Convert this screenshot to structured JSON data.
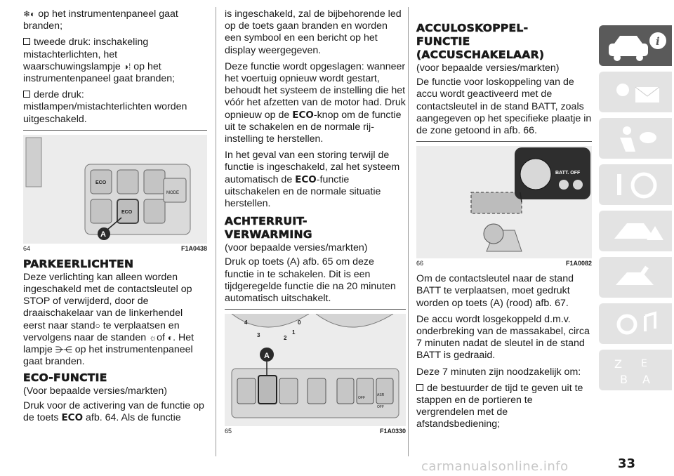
{
  "col1": {
    "p1": "op het instrumentenpaneel gaat branden;",
    "p2a": "tweede druk: inschakeling mistachterlichten, het waarschuwingslampje",
    "p2b": "op het instrumentenpaneel gaat branden;",
    "p3": "derde druk: mistlampen/mistachterlichten worden uitgeschakeld.",
    "fig": {
      "num": "64",
      "code": "F1A0438",
      "callout": "A",
      "btn_eco": "ECO",
      "btn_mode": "MODE",
      "btn_eco2": "ECO"
    },
    "h_park": "PARKEERLICHTEN",
    "park_a": "Deze verlichting kan alleen worden ingeschakeld met de contactsleutel op STOP of verwijderd, door de draaischakelaar van de linkerhendel eerst naar stand",
    "park_b": "te verplaatsen en vervolgens naar de standen",
    "park_of": "of",
    "park_c": ". Het lampje",
    "park_d": "op het instrumentenpaneel gaat branden.",
    "h_eco": "ECO-FUNCTIE",
    "eco_sub": "(Voor bepaalde versies/markten)",
    "eco_a": "Druk voor de activering van de functie op de toets",
    "eco_word": "ECO",
    "eco_b": "afb. 64. Als de functie"
  },
  "col2": {
    "p1": "is ingeschakeld, zal de bijbehorende led op de toets gaan branden en worden een symbool en een bericht op het display weergegeven.",
    "p2a": "Deze functie wordt opgeslagen: wanneer het voertuig opnieuw wordt gestart, behoudt het systeem de instelling die het vóór het afzetten van de motor had. Druk opnieuw op de",
    "p2eco": "ECO",
    "p2b": "-knop om de functie uit te schakelen en de normale rij-instelling te herstellen.",
    "p3a": "In het geval van een storing terwijl de functie is ingeschakeld, zal het systeem automatisch de",
    "p3eco": "ECO",
    "p3b": "-functie uitschakelen en de normale situatie herstellen.",
    "h_rear1": "ACHTERRUIT-",
    "h_rear2": "VERWARMING",
    "rear_sub": "(voor bepaalde versies/markten)",
    "rear_p": "Druk op toets (A) afb. 65 om deze functie in te schakelen. Dit is een tijdgeregelde functie die na 20 minuten automatisch uitschakelt.",
    "fig": {
      "num": "65",
      "code": "F1A0330",
      "callout": "A",
      "g4": "4",
      "g3": "3",
      "g2": "2",
      "g1": "1",
      "g0": "0",
      "b_off": "OFF",
      "b_asr": "ASR OFF"
    }
  },
  "col3": {
    "h1": "ACCULOSKOPPEL-",
    "h2": "FUNCTIE",
    "h3": "(ACCUSCHAKELAAR)",
    "sub": "(voor bepaalde versies/markten)",
    "p1": "De functie voor loskoppeling van de accu wordt geactiveerd met de contactsleutel in de stand BATT, zoals aangegeven op het specifieke plaatje in de zone getoond in afb. 66.",
    "fig": {
      "num": "66",
      "code": "F1A0082",
      "label": "BATT. OFF"
    },
    "p2": "Om de contactsleutel naar de stand BATT te verplaatsen, moet gedrukt worden op toets (A) (rood) afb. 67.",
    "p3": "De accu wordt losgekoppeld d.m.v. onderbreking van de massakabel, circa 7 minuten nadat de sleutel in de stand BATT is gedraaid.",
    "p4": "Deze 7 minuten zijn noodzakelijk om:",
    "p5": "de bestuurder de tijd te geven uit te stappen en de portieren te vergrendelen met de afstandsbediening;"
  },
  "page_number": "33",
  "watermark": "carmanualsonline.info",
  "sidebar": {
    "icons": [
      "car-info-icon",
      "warning-lights-icon",
      "airbag-seat-icon",
      "steering-key-icon",
      "emergency-icon",
      "maintenance-icon",
      "multimedia-icon",
      "index-icon"
    ]
  }
}
